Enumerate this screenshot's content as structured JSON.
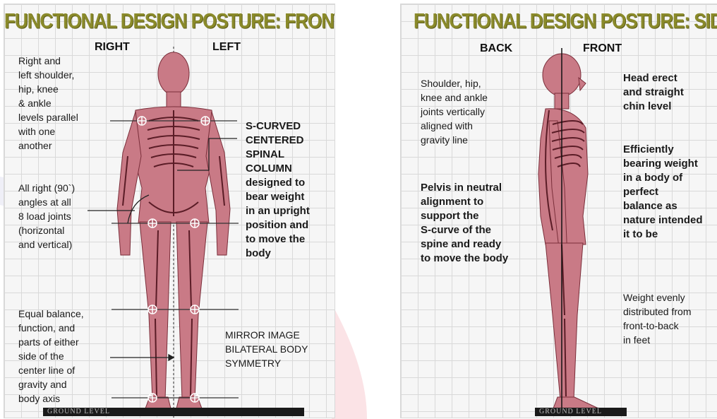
{
  "front": {
    "title": "FUNCTIONAL DESIGN POSTURE: FRONT VIEW",
    "right_label": "RIGHT",
    "left_label": "LEFT",
    "text_shoulders": "Right and\nleft shoulder,\nhip, knee\n& ankle\nlevels parallel\nwith one\nanother",
    "text_angles": "All right (90`)\nangles at all\n8 load joints\n(horizontal\nand vertical)",
    "text_spine": "S-CURVED\nCENTERED\nSPINAL\nCOLUMN\ndesigned to\nbear weight\nin an upright\nposition and\nto move the\nbody",
    "text_balance": "Equal balance,\nfunction, and\nparts of either\nside of the\ncenter line of\ngravity and\nbody axis",
    "text_mirror": "MIRROR IMAGE\nBILATERAL BODY\nSYMMETRY",
    "ground_label": "GROUND LEVEL"
  },
  "side": {
    "title": "FUNCTIONAL DESIGN POSTURE: SIDE VIEW",
    "back_label": "BACK",
    "front_label": "FRONT",
    "text_joints": "Shoulder, hip,\nknee and ankle\njoints vertically\naligned with\ngravity line",
    "text_pelvis": "Pelvis in neutral\nalignment to\nsupport the\nS-curve of the\nspine and ready\nto move the body",
    "text_head": "Head erect\nand straight\nchin level",
    "text_weight": "Efficiently\nbearing weight\nin a body of\nperfect\nbalance as\nnature intended\nit to be",
    "text_feet": "Weight evenly\ndistributed from\nfront-to-back\nin feet",
    "ground_label": "GROUND LEVEL"
  },
  "colors": {
    "title_olive": "#8a8a2a",
    "body_pink": "#c97a86",
    "bone_dark": "#5a1c26",
    "grid_line": "#d9d9d9"
  }
}
